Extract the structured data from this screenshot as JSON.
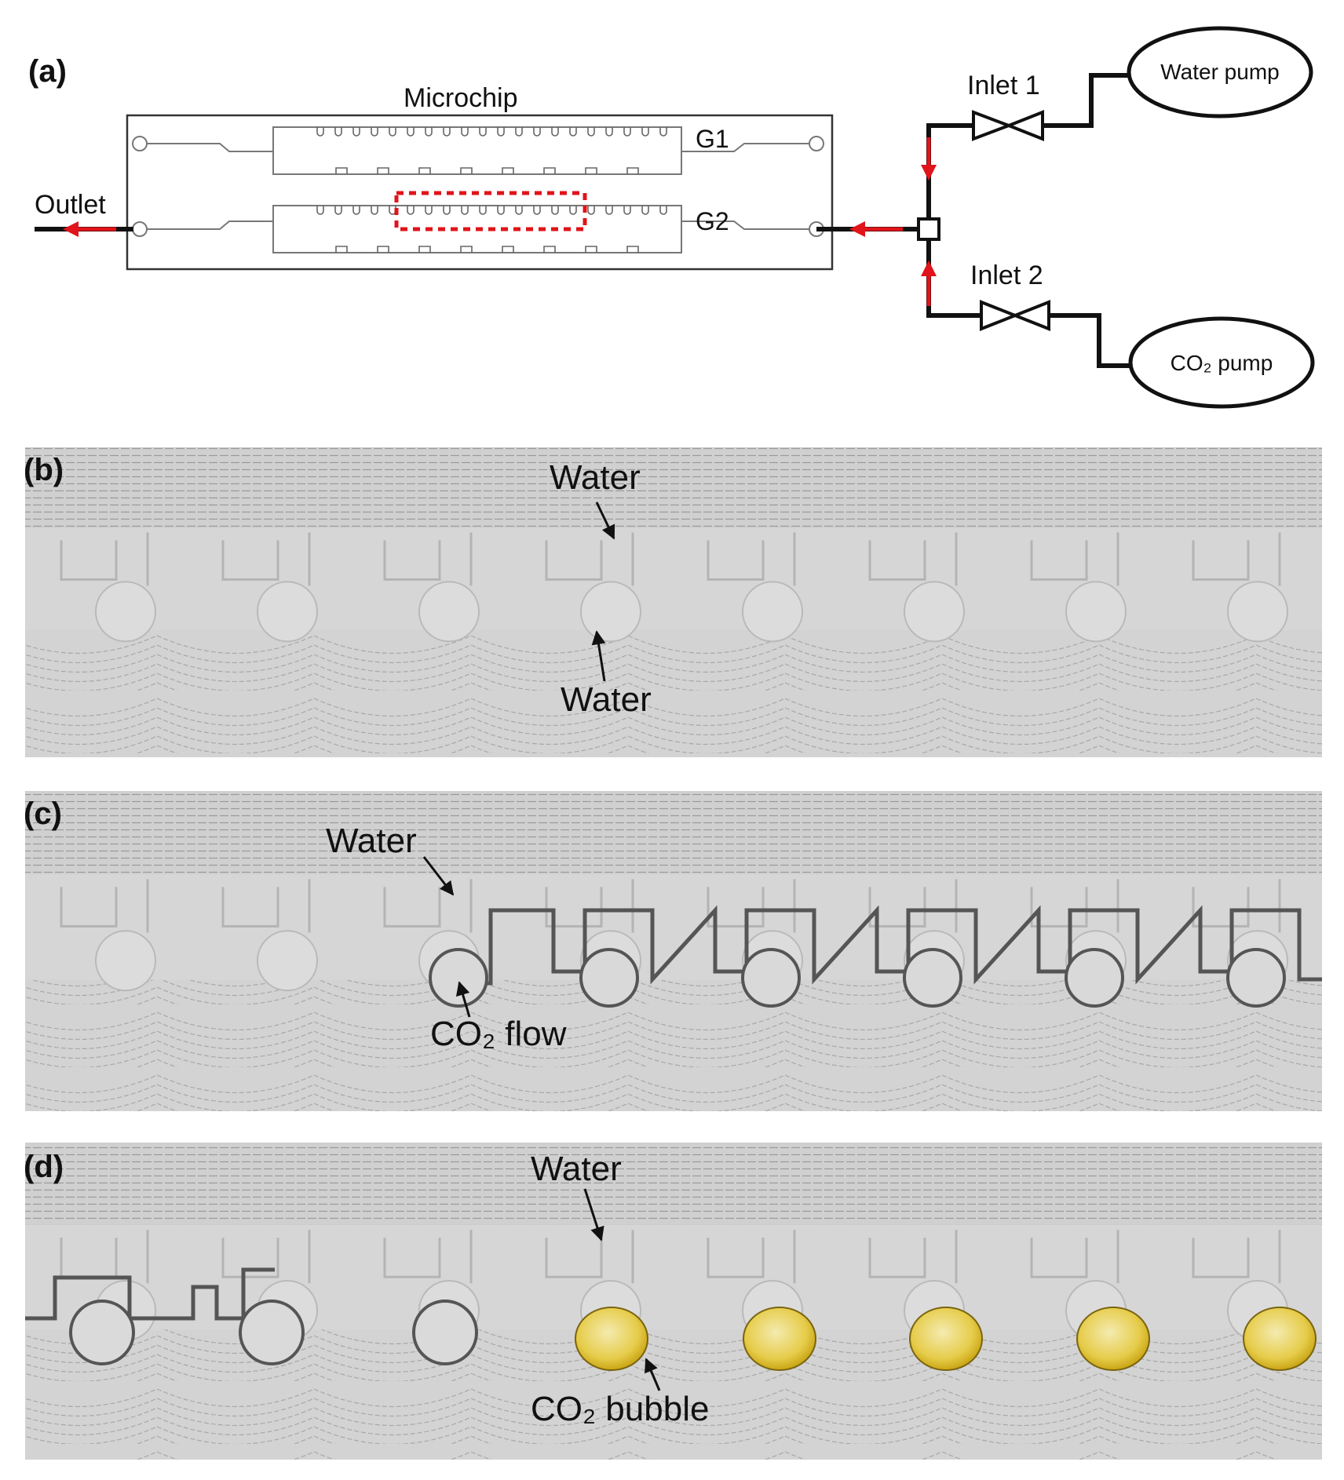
{
  "panels": {
    "a": {
      "label": "(a)"
    },
    "b": {
      "label": "(b)"
    },
    "c": {
      "label": "(c)"
    },
    "d": {
      "label": "(d)"
    }
  },
  "schematic": {
    "microchip": "Microchip",
    "g1": "G1",
    "g2": "G2",
    "outlet": "Outlet",
    "inlet1": "Inlet 1",
    "inlet2": "Inlet 2",
    "water_pump": "Water pump",
    "co2_pump": "CO₂ pump"
  },
  "photos": {
    "b": {
      "water_top": "Water",
      "water_bottom": "Water"
    },
    "c": {
      "water": "Water",
      "co2_flow": "CO₂ flow"
    },
    "d": {
      "water": "Water",
      "co2_bubble": "CO₂ bubble"
    }
  },
  "colors": {
    "flow_arrow": "#e0141a",
    "pipe": "#111111",
    "photo_bg": "#cfcfcf",
    "bubble": "#e3c23a"
  }
}
